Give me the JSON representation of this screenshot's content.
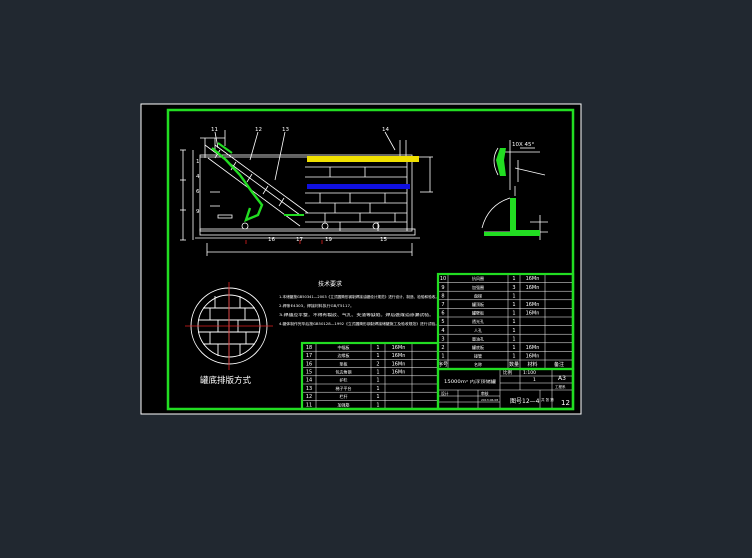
{
  "colors": {
    "background": "#212830",
    "sheet": "#000000",
    "frame_outer": "#ffffff",
    "frame_inner": "#22dd22",
    "line": "#ffffff",
    "accent_yellow": "#f0e000",
    "accent_blue": "#1010e0",
    "accent_red": "#e02020",
    "accent_green": "#22dd22"
  },
  "drawing": {
    "callouts": {
      "c11": "11",
      "c12": "12",
      "c13": "13",
      "c14": "14",
      "c16": "16",
      "c17": "17",
      "c19": "19",
      "c15": "15",
      "c1": "1",
      "c4": "4",
      "c6": "6",
      "c9": "9"
    },
    "detail_label": "10X 45°",
    "plate_caption": "罐底排版方式",
    "notes": {
      "title": "技术要求",
      "lines": [
        "1.本储罐按GB50341—2003《立式圆筒形钢制焊接油罐设计规范》进行设计、制造、检验和验收。",
        "2.焊条E4303，焊接材料执行GB/T5117。",
        "3.焊缝应平整，不得有裂纹、气孔、夹渣等缺陷，焊后做煤油渗漏试验。",
        "4.罐体制作完毕后按GB50128—1992《立式圆筒形钢制焊接储罐施工及验收规范》进行试验。"
      ]
    }
  },
  "bom_upper": {
    "rows": [
      [
        "10",
        "抗风圈",
        "1",
        "16Mn",
        ""
      ],
      [
        "9",
        "加强圈",
        "3",
        "16Mn",
        ""
      ],
      [
        "8",
        "盘梯",
        "1",
        "",
        ""
      ],
      [
        "7",
        "罐顶板",
        "1",
        "16Mn",
        ""
      ],
      [
        "6",
        "罐壁板",
        "1",
        "16Mn",
        ""
      ],
      [
        "5",
        "透光孔",
        "1",
        "",
        ""
      ],
      [
        "4",
        "人孔",
        "1",
        "",
        ""
      ],
      [
        "3",
        "量油孔",
        "1",
        "",
        ""
      ],
      [
        "2",
        "罐底板",
        "1",
        "16Mn",
        ""
      ],
      [
        "1",
        "接管",
        "1",
        "16Mn",
        ""
      ]
    ],
    "footer": [
      "序号",
      "名称",
      "数量",
      "材料",
      "备注"
    ]
  },
  "bom_lower": {
    "rows": [
      [
        "18",
        "中幅板",
        "1",
        "16Mn"
      ],
      [
        "17",
        "边缘板",
        "1",
        "16Mn"
      ],
      [
        "16",
        "垫板",
        "2",
        "16Mn"
      ],
      [
        "15",
        "包边角钢",
        "1",
        "16Mn"
      ],
      [
        "14",
        "护栏",
        "1",
        ""
      ],
      [
        "13",
        "梯子平台",
        "1",
        ""
      ],
      [
        "12",
        "栏杆",
        "1",
        ""
      ],
      [
        "11",
        "加强筋",
        "1",
        ""
      ]
    ]
  },
  "title_block": {
    "project": "15000m³ 内浮顶储罐",
    "scale_label": "比例",
    "scale_value": "1:100",
    "sheet_size": "A3",
    "qty": "1",
    "dept": "工程系",
    "designer": "设计",
    "reviewer": "审核",
    "date": "2013.06.08",
    "drawing_no": "图号12—4",
    "sheet_label": "共 张 第",
    "sheet_no": "12"
  }
}
